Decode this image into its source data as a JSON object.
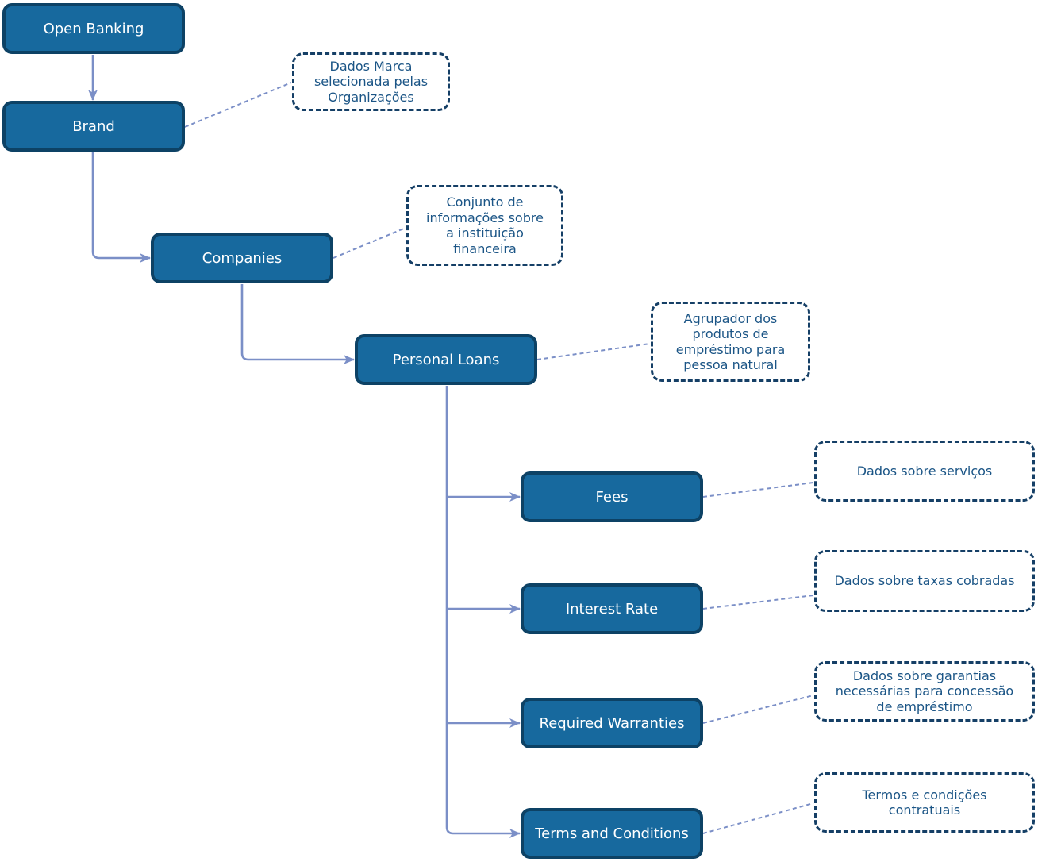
{
  "diagram": {
    "type": "flowchart",
    "background": "#ffffff",
    "colors": {
      "node_fill": "#17699E",
      "node_border": "#0D4265",
      "node_text": "#FFFFFF",
      "connector": "#7B8FC7",
      "annotation_border": "#153F66",
      "annotation_text": "#1B5586"
    },
    "nodes": [
      {
        "id": "open-banking",
        "label": "Open Banking"
      },
      {
        "id": "brand",
        "label": "Brand"
      },
      {
        "id": "companies",
        "label": "Companies"
      },
      {
        "id": "personal-loans",
        "label": "Personal Loans"
      },
      {
        "id": "fees",
        "label": "Fees"
      },
      {
        "id": "interest-rate",
        "label": "Interest Rate"
      },
      {
        "id": "required-warranties",
        "label": "Required Warranties"
      },
      {
        "id": "terms-and-conditions",
        "label": "Terms and Conditions"
      }
    ],
    "edges": [
      {
        "from": "Open Banking",
        "to": "Brand"
      },
      {
        "from": "Brand",
        "to": "Companies"
      },
      {
        "from": "Companies",
        "to": "Personal Loans"
      },
      {
        "from": "Personal Loans",
        "to": "Fees"
      },
      {
        "from": "Personal Loans",
        "to": "Interest Rate"
      },
      {
        "from": "Personal Loans",
        "to": "Required Warranties"
      },
      {
        "from": "Personal Loans",
        "to": "Terms and Conditions"
      }
    ],
    "annotations": [
      {
        "for": "Brand",
        "text": "Dados Marca selecionada pelas Organizações"
      },
      {
        "for": "Companies",
        "text": "Conjunto de informações sobre a instituição financeira"
      },
      {
        "for": "Personal Loans",
        "text": "Agrupador dos produtos de empréstimo para pessoa natural"
      },
      {
        "for": "Fees",
        "text": "Dados sobre serviços"
      },
      {
        "for": "Interest Rate",
        "text": "Dados sobre taxas cobradas"
      },
      {
        "for": "Required Warranties",
        "text": "Dados sobre garantias necessárias para concessão de empréstimo"
      },
      {
        "for": "Terms and Conditions",
        "text": "Termos e condições contratuais"
      }
    ]
  }
}
